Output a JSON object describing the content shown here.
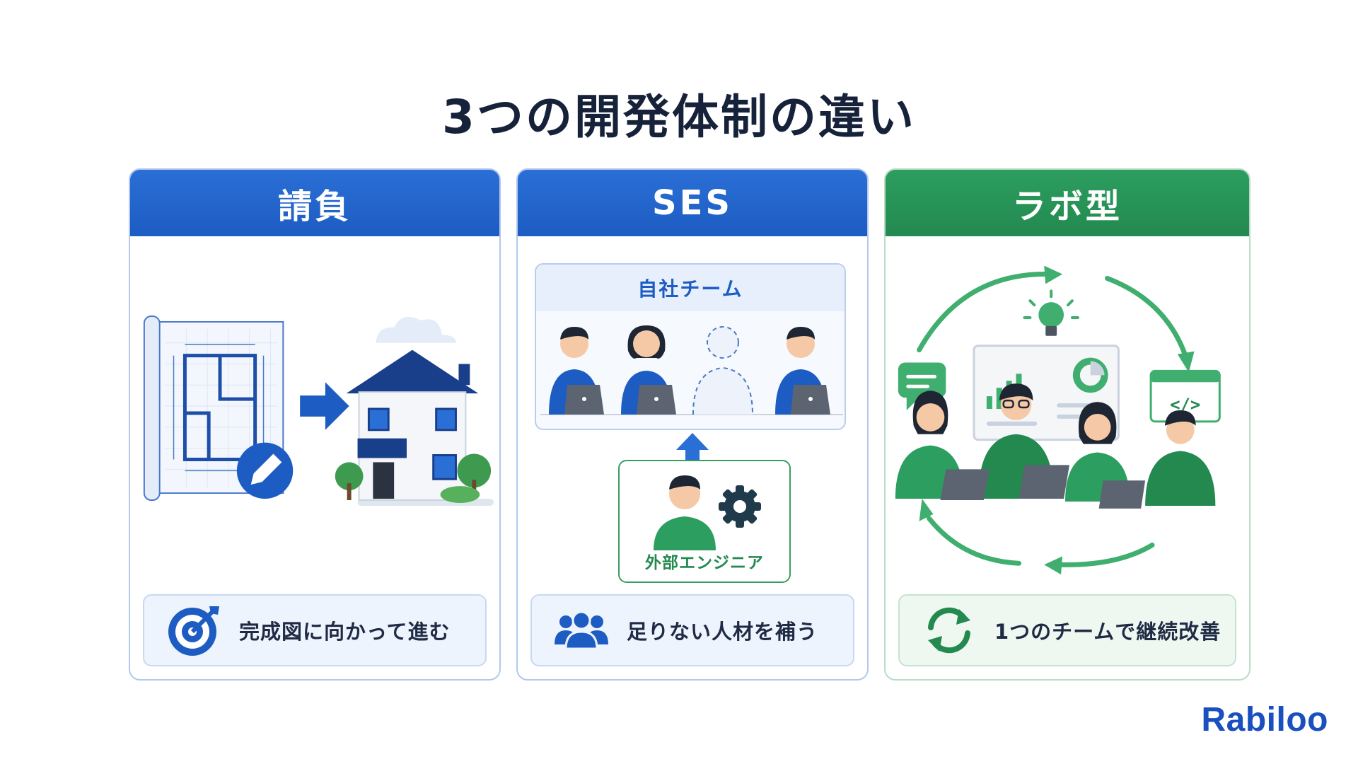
{
  "title": "3つの開発体制の違い",
  "cards": [
    {
      "header": "請負",
      "footer": "完成図に向かって進む",
      "footer_icon": "target-icon",
      "accent": "#1d5cc2"
    },
    {
      "header": "SES",
      "team_label": "自社チーム",
      "external_label": "外部エンジニア",
      "footer": "足りない人材を補う",
      "footer_icon": "people-group-icon",
      "accent": "#1d5cc2"
    },
    {
      "header": "ラボ型",
      "footer": "1つのチームで継続改善",
      "footer_icon": "refresh-cycle-icon",
      "accent": "#23894f"
    }
  ],
  "logo": "Rabiloo",
  "colors": {
    "blue": "#1d5cc2",
    "green": "#23894f",
    "title": "#16213a"
  }
}
